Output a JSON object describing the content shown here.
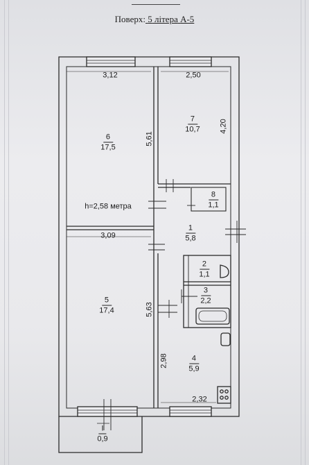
{
  "header": {
    "prefix": "Поверх:",
    "floor": "5",
    "middle": "літера",
    "letter": "А-5"
  },
  "rooms": [
    {
      "id": "6",
      "area": "17,5"
    },
    {
      "id": "7",
      "area": "10,7"
    },
    {
      "id": "8",
      "area": "1,1"
    },
    {
      "id": "1",
      "area": "5,8"
    },
    {
      "id": "2",
      "area": "1,1"
    },
    {
      "id": "3",
      "area": "2,2"
    },
    {
      "id": "5",
      "area": "17,4"
    },
    {
      "id": "4",
      "area": "5,9"
    },
    {
      "id": "I",
      "area": "0,9"
    }
  ],
  "dimensions": {
    "room6_width": "3,12",
    "room7_width": "2,50",
    "room7_height": "4,20",
    "room6_height": "5,61",
    "room5_width": "3,09",
    "room5_height": "5,63",
    "room4_height": "2,98",
    "room4_width": "2,32"
  },
  "ceiling_height": "h=2,58 метра"
}
